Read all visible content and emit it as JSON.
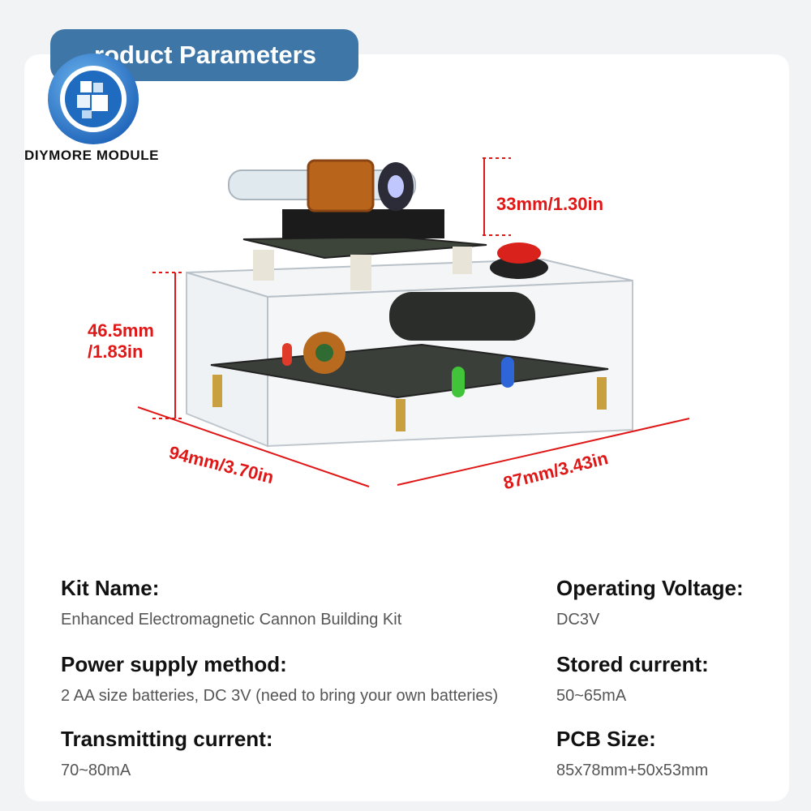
{
  "header": {
    "title": "roduct Parameters"
  },
  "brand": {
    "name": "DIYMORE MODULE"
  },
  "dimensions": {
    "height_top": "33mm/1.30in",
    "height_side": [
      "46.5mm",
      "/1.83in"
    ],
    "width": "94mm/3.70in",
    "depth": "87mm/3.43in"
  },
  "params": [
    {
      "label": "Kit Name:",
      "value": "Enhanced Electromagnetic Cannon Building Kit"
    },
    {
      "label": "Power supply method:",
      "value": "2 AA size batteries, DC 3V (need to bring your own batteries)"
    },
    {
      "label": "Transmitting current:",
      "value": "70~80mA"
    },
    {
      "label": "Operating Voltage:",
      "value": "DC3V"
    },
    {
      "label": "Stored current:",
      "value": "50~65mA"
    },
    {
      "label": "PCB Size:",
      "value": "85x78mm+50x53mm"
    }
  ],
  "colors": {
    "accent": "#3f76a8",
    "dimension": "#e01717",
    "background": "#f2f3f5"
  }
}
